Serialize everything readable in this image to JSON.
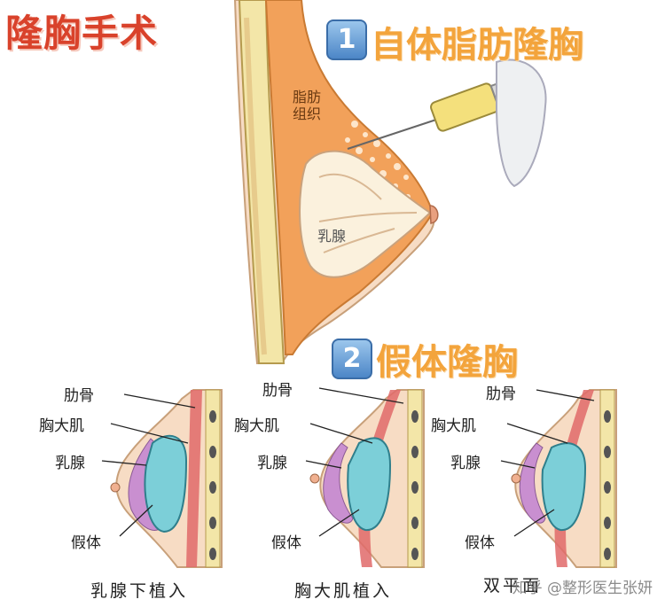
{
  "title": "隆胸手术",
  "section1": {
    "number": "1",
    "title": "自体脂肪隆胸"
  },
  "section2": {
    "number": "2",
    "title": "假体隆胸"
  },
  "fat_diagram": {
    "fat_label": "脂肪组织",
    "gland_label": "乳腺"
  },
  "panels": [
    {
      "rib": "肋骨",
      "muscle": "胸大肌",
      "gland": "乳腺",
      "implant": "假体",
      "caption": "乳腺下植入"
    },
    {
      "rib": "肋骨",
      "muscle": "胸大肌",
      "gland": "乳腺",
      "implant": "假体",
      "caption": "胸大肌植入"
    },
    {
      "rib": "肋骨",
      "muscle": "胸大肌",
      "gland": "乳腺",
      "implant": "假体",
      "caption": "双平面"
    }
  ],
  "watermark": "知乎 @整形医生张妍",
  "colors": {
    "title": "#d9422b",
    "section_title": "#f3a43c",
    "fat": "#f2a15a",
    "implant": "#7ccfd8",
    "gland": "#c98fd0",
    "muscle": "#e06a6a",
    "skin": "#f7dcc4"
  }
}
